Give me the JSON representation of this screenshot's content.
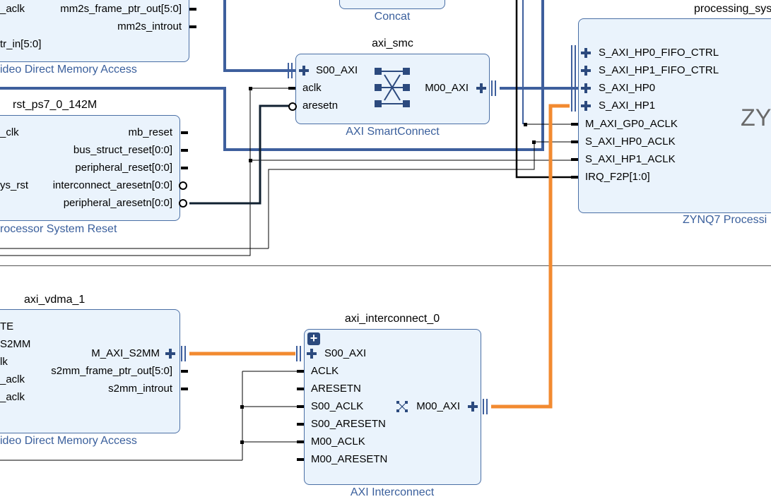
{
  "blocks": {
    "vdma0": {
      "ports_left": [
        "_aclk",
        "tr_in[5:0]"
      ],
      "ports_right": [
        "mm2s_frame_ptr_out[5:0]",
        "mm2s_introut"
      ],
      "subtitle": "ideo Direct Memory Access"
    },
    "concat": {
      "subtitle": "Concat"
    },
    "processing_system": {
      "name": "processing_sys",
      "ports": [
        "S_AXI_HP0_FIFO_CTRL",
        "S_AXI_HP1_FIFO_CTRL",
        "S_AXI_HP0",
        "S_AXI_HP1",
        "M_AXI_GP0_ACLK",
        "S_AXI_HP0_ACLK",
        "S_AXI_HP1_ACLK",
        "IRQ_F2P[1:0]"
      ],
      "logo": "ZYN",
      "subtitle": "ZYNQ7 Processi"
    },
    "axi_smc": {
      "name": "axi_smc",
      "ports_left": [
        "S00_AXI",
        "aclk",
        "aresetn"
      ],
      "ports_right": [
        "M00_AXI"
      ],
      "subtitle": "AXI SmartConnect"
    },
    "rst": {
      "name": "rst_ps7_0_142M",
      "ports_left": [
        "_clk",
        "ys_rst"
      ],
      "ports_right": [
        "mb_reset",
        "bus_struct_reset[0:0]",
        "peripheral_reset[0:0]",
        "interconnect_aresetn[0:0]",
        "peripheral_aresetn[0:0]"
      ],
      "subtitle": "rocessor System Reset"
    },
    "vdma1": {
      "name": "axi_vdma_1",
      "ports_left": [
        "TE",
        "S2MM",
        "lk",
        "_aclk",
        "_aclk"
      ],
      "ports_right": [
        "M_AXI_S2MM",
        "s2mm_frame_ptr_out[5:0]",
        "s2mm_introut"
      ],
      "subtitle": "ideo Direct Memory Access"
    },
    "interconnect": {
      "name": "axi_interconnect_0",
      "expand_symbol": "+",
      "ports_left": [
        "S00_AXI",
        "ACLK",
        "ARESETN",
        "S00_ACLK",
        "S00_ARESETN",
        "M00_ACLK",
        "M00_ARESETN"
      ],
      "ports_right": [
        "M00_AXI"
      ],
      "subtitle": "AXI Interconnect"
    }
  },
  "colors": {
    "block_fill": "#eaf3fc",
    "block_border": "#4a6fa5",
    "bus_net": "#3e5f9d",
    "highlight_net": "#f28a30",
    "signal_net": "#000000",
    "subtitle_text": "#3a5f9c"
  },
  "icons": [
    "bus-plus-icon",
    "bus-connector-icon",
    "crossbar-icon",
    "expand-icon"
  ]
}
